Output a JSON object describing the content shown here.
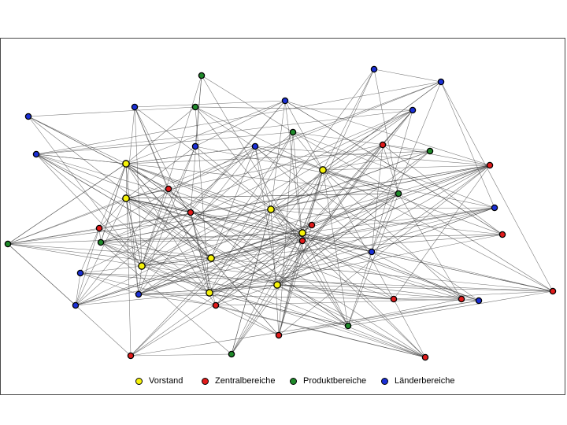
{
  "legend": {
    "vorstand": "Vorstand",
    "zentral": "Zentralbereiche",
    "produkt": "Produktbereiche",
    "laender": "Länderbereiche"
  },
  "colors": {
    "vorstand": "#f5f20a",
    "zentral": "#e21b1b",
    "produkt": "#1f8a2a",
    "laender": "#1a2fd6",
    "edge": "#444444"
  },
  "network": {
    "node_categories": [
      "laender",
      "laender",
      "produkt",
      "laender",
      "laender",
      "produkt",
      "laender",
      "laender",
      "produkt",
      "laender",
      "zentral",
      "produkt",
      "laender",
      "laender",
      "vorstand",
      "vorstand",
      "zentral",
      "zentral",
      "vorstand",
      "produkt",
      "laender",
      "zentral",
      "zentral",
      "zentral",
      "produkt",
      "vorstand",
      "vorstand",
      "produkt",
      "laender",
      "zentral",
      "vorstand",
      "vorstand",
      "laender",
      "vorstand",
      "zentral",
      "laender",
      "zentral",
      "vorstand",
      "zentral",
      "laender",
      "zentral",
      "zentral",
      "zentral",
      "produkt",
      "zentral",
      "produkt",
      "laender",
      "zentral"
    ]
  }
}
